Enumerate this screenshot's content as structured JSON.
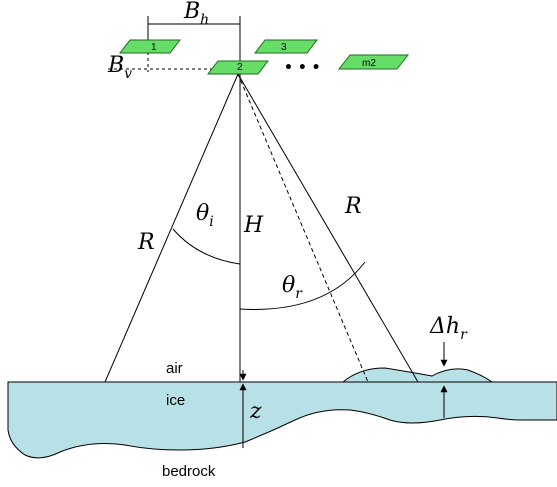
{
  "colors": {
    "satellite_fill": "#66dd66",
    "satellite_stroke": "#1f6b1f",
    "ice_fill": "#b7e1e6",
    "line": "#000000"
  },
  "satellites": {
    "sat1": "1",
    "sat2": "2",
    "sat3": "3",
    "satm2": "m2",
    "ellipsis": "• • •"
  },
  "baselines": {
    "horizontal_symbol": "B",
    "horizontal_sub": "h",
    "vertical_symbol": "B",
    "vertical_sub": "v"
  },
  "geometry_labels": {
    "range_left": "R",
    "range_right": "R",
    "height": "H",
    "theta_i_symbol": "θ",
    "theta_i_sub": "i",
    "theta_r_symbol": "θ",
    "theta_r_sub": "r",
    "delta_h_symbol": "Δh",
    "delta_h_sub": "r",
    "depth": "z"
  },
  "layers": {
    "air": "air",
    "ice": "ice",
    "bedrock": "bedrock"
  }
}
